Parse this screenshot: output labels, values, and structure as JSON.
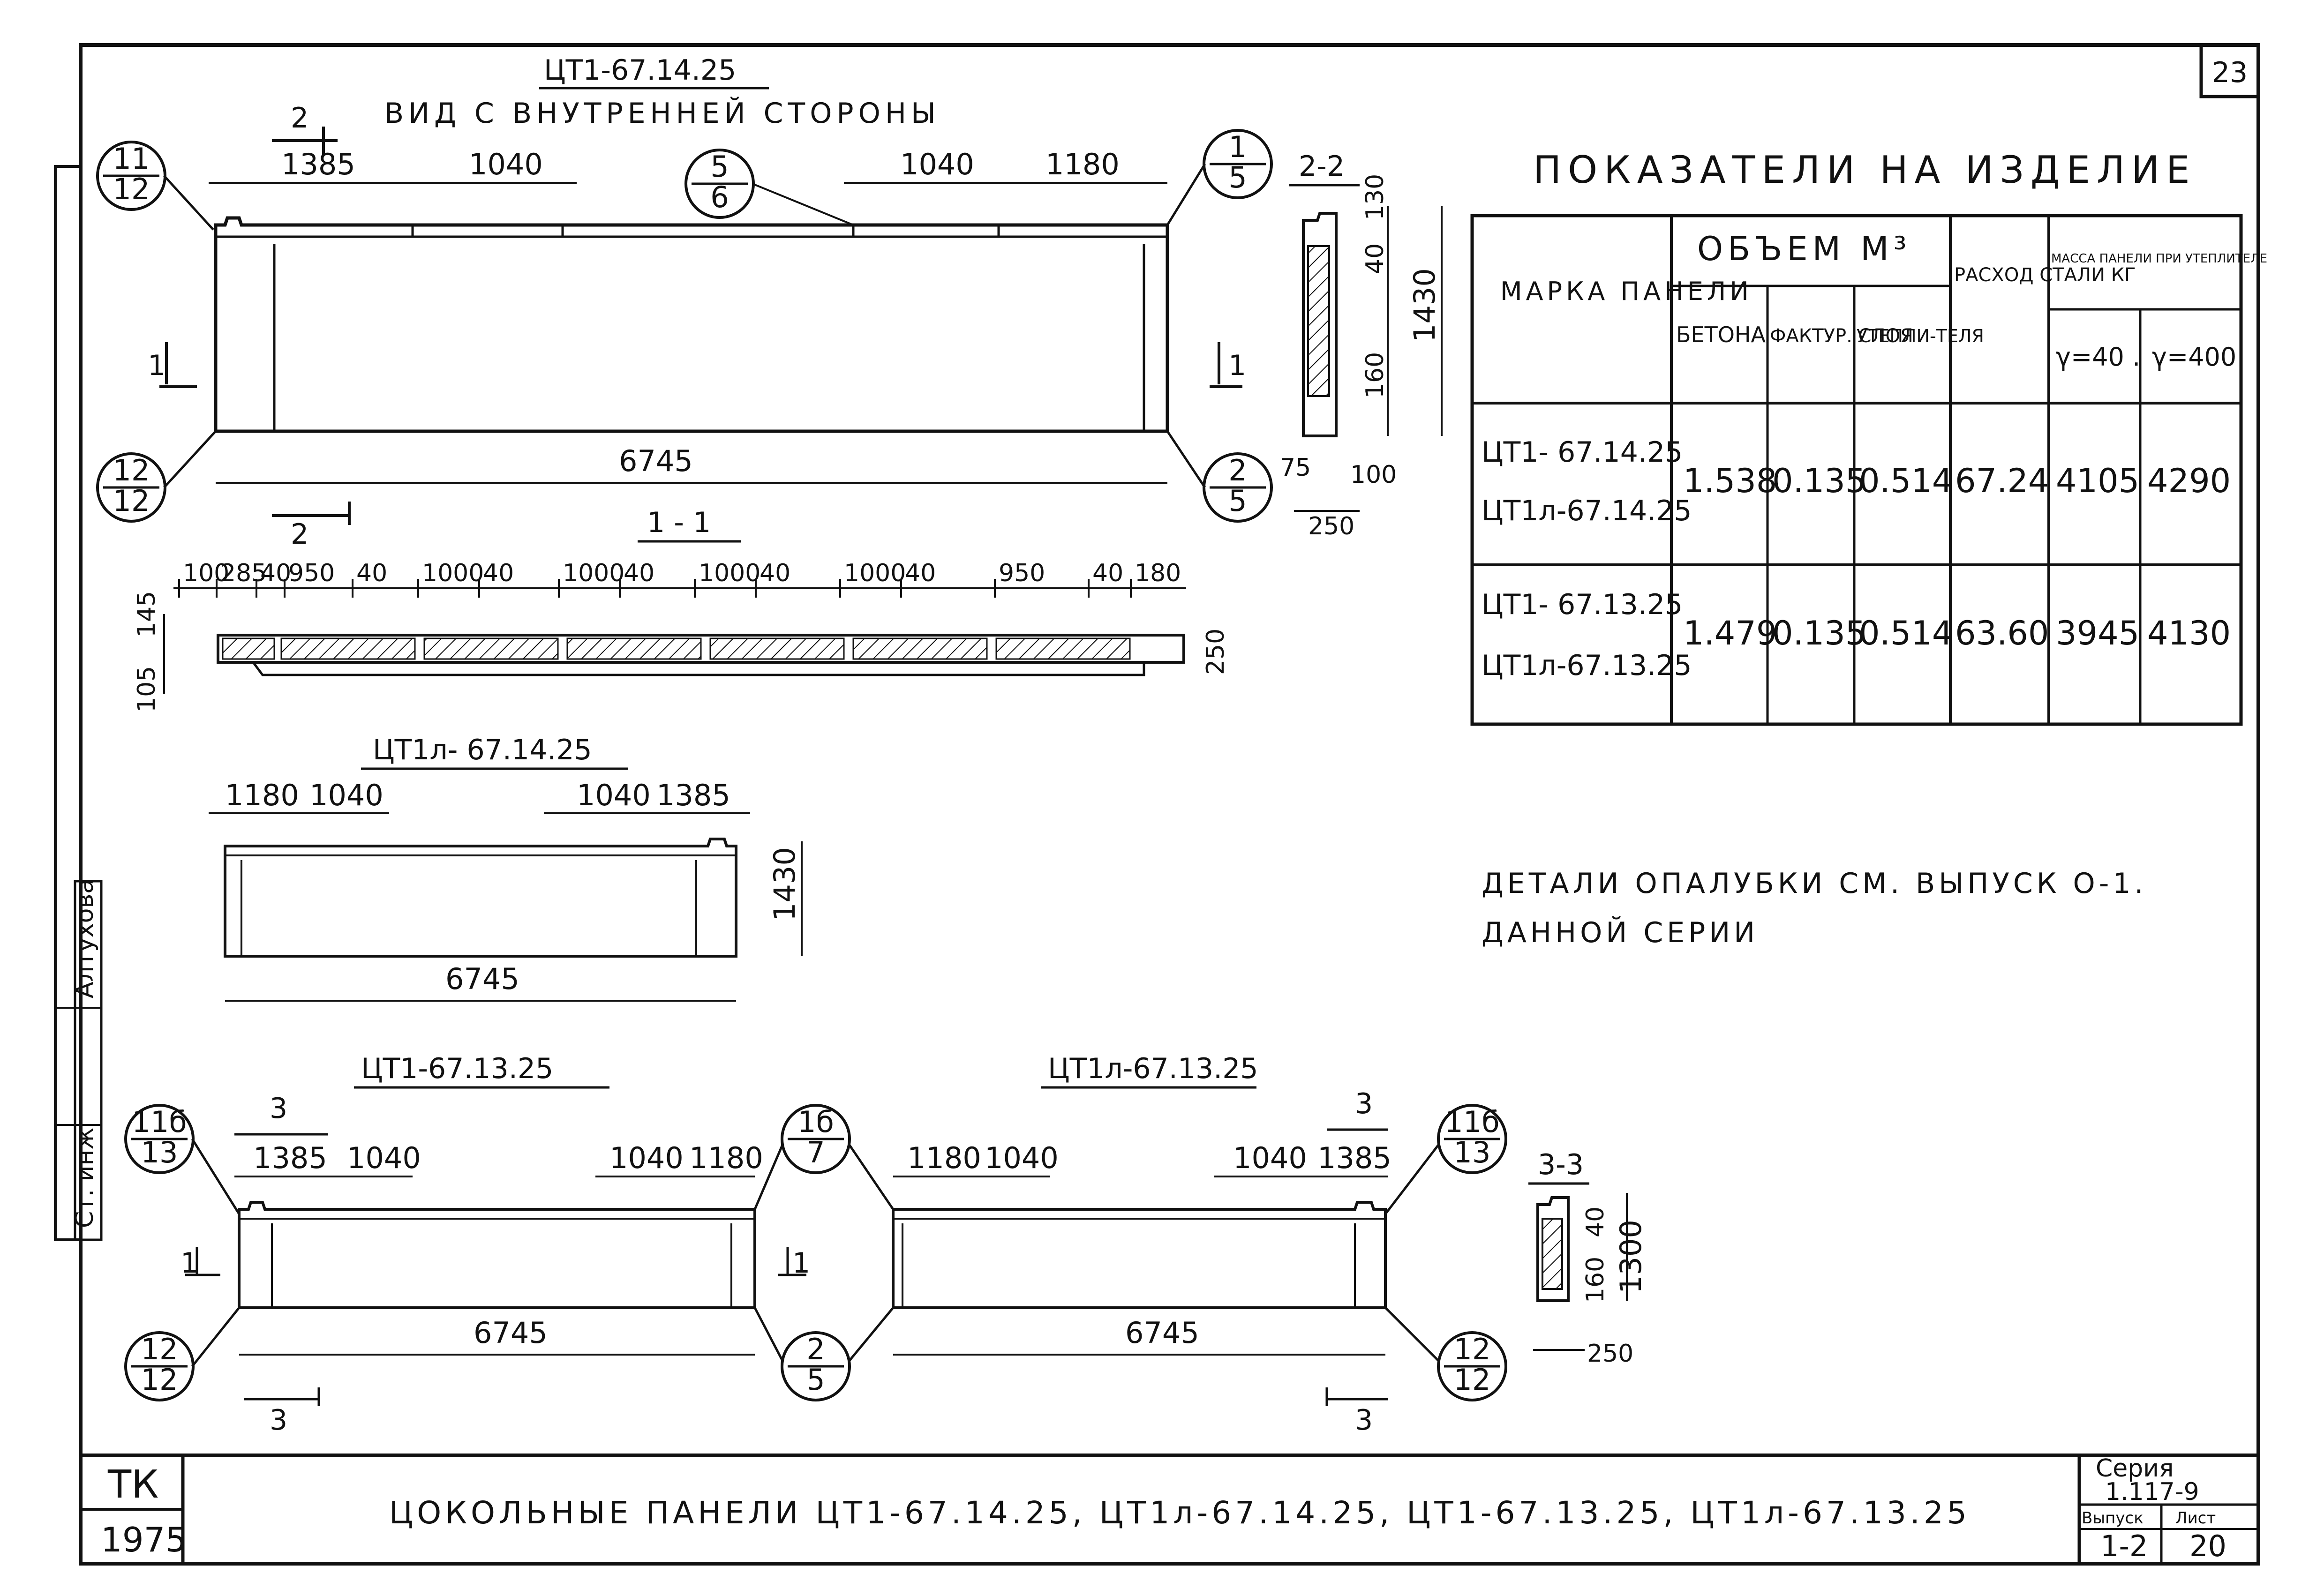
{
  "sheet_number": "23",
  "side_stamp": [
    "Ст. инж",
    "Алтухова"
  ],
  "elevation_main": {
    "title": "ЦТ1-67.14.25",
    "subtitle": "ВИД С ВНУТРЕННЕЙ СТОРОНЫ",
    "dims_top_left": [
      "1385",
      "1040"
    ],
    "dims_top_right": [
      "1040",
      "1180"
    ],
    "length": "6745",
    "section_mark": "2",
    "cut_mark": "1",
    "callout_tl": [
      "11",
      "12"
    ],
    "callout_bl": [
      "12",
      "12"
    ],
    "callout_mid": [
      "5",
      "6"
    ],
    "callout_tr": [
      "1",
      "5"
    ],
    "callout_br": [
      "2",
      "5"
    ]
  },
  "section_2_2": {
    "title": "2-2",
    "dims": [
      "130",
      "40",
      "1430",
      "160",
      "75",
      "100",
      "250"
    ]
  },
  "section_1_1": {
    "title": "1 - 1",
    "dims": [
      "100",
      "285",
      "40",
      "950",
      "40",
      "1000",
      "40",
      "1000",
      "40",
      "1000",
      "40",
      "1000",
      "40",
      "950",
      "40",
      "180"
    ],
    "side_dims": [
      "145",
      "105",
      "250"
    ]
  },
  "elevation_l": {
    "title": "ЦТ1л- 67.14.25",
    "dims_left": [
      "1180",
      "1040"
    ],
    "dims_right": [
      "1040",
      "1385"
    ],
    "height": "1430",
    "length": "6745"
  },
  "elevation_13": {
    "title": "ЦТ1-67.13.25",
    "dims_left": [
      "1385",
      "1040"
    ],
    "dims_right": [
      "1040",
      "1180"
    ],
    "length": "6745",
    "section_mark": "3",
    "cut_mark": "1",
    "callout_tl": [
      "11б",
      "13"
    ],
    "callout_bl": [
      "12",
      "12"
    ],
    "callout_mid_top": [
      "1б",
      "7"
    ],
    "callout_mid_bot": [
      "2",
      "5"
    ]
  },
  "elevation_13l": {
    "title": "ЦТ1л-67.13.25",
    "dims_left": [
      "1180",
      "1040"
    ],
    "dims_right": [
      "1040",
      "1385"
    ],
    "length": "6745",
    "section_mark": "3",
    "callout_tr": [
      "11б",
      "13"
    ],
    "callout_br": [
      "12",
      "12"
    ]
  },
  "section_3_3": {
    "title": "3-3",
    "dims": [
      "40",
      "1300",
      "160",
      "250"
    ]
  },
  "table": {
    "title": "ПОКАЗАТЕЛИ НА ИЗДЕЛИЕ",
    "col_mark": "МАРКА ПАНЕЛИ",
    "col_volume": "ОБЪЕМ М³",
    "col_concrete": "БЕТОНА",
    "col_texture": "ФАКТУР. СЛОЯ",
    "col_insul": "УТЕПЛИ-ТЕЛЯ",
    "col_steel": "РАСХОД СТАЛИ КГ",
    "col_mass": "МАССА ПАНЕЛИ ПРИ УТЕПЛИТЕЛЕ",
    "col_mass_a": "γ=40 .",
    "col_mass_b": "γ=400",
    "rows": [
      {
        "marks": [
          "ЦТ1- 67.14.25",
          "ЦТ1л-67.14.25"
        ],
        "concrete": "1.538",
        "texture": "0.135",
        "insul": "0.514",
        "steel": "67.24",
        "mass_a": "4105",
        "mass_b": "4290"
      },
      {
        "marks": [
          "ЦТ1- 67.13.25",
          "ЦТ1л-67.13.25"
        ],
        "concrete": "1.479",
        "texture": "0.135",
        "insul": "0.514",
        "steel": "63.60",
        "mass_a": "3945",
        "mass_b": "4130"
      }
    ]
  },
  "note": [
    "ДЕТАЛИ ОПАЛУБКИ СМ. ВЫПУСК О-1.",
    "ДАННОЙ СЕРИИ"
  ],
  "title_block": {
    "org": "ТК",
    "year": "1975",
    "title": "ЦОКОЛЬНЫЕ ПАНЕЛИ ЦТ1-67.14.25, ЦТ1л-67.14.25, ЦТ1-67.13.25, ЦТ1л-67.13.25",
    "series_label": "Серия",
    "series": "1.117-9",
    "issue_label": "Выпуск",
    "issue": "1-2",
    "sheet_label": "Лист",
    "sheet": "20"
  }
}
